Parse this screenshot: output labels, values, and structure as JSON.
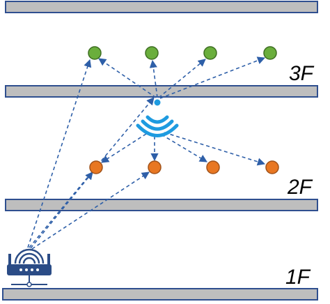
{
  "floor_labels": {
    "third": "3F",
    "second": "2F",
    "first": "1F"
  },
  "colors": {
    "floor_fill": "#BEBEBE",
    "floor_stroke": "#2F4F8F",
    "arrow": "#2E5FA8",
    "third_floor_node": "#6AAE3C",
    "third_floor_node_stroke": "#3E6E22",
    "second_floor_node": "#E87722",
    "second_floor_node_stroke": "#A0521A",
    "wifi": "#1E9BE0",
    "router": "#2B4C86"
  },
  "nodes": {
    "third_floor_count": 4,
    "second_floor_count": 4
  },
  "icons": {
    "access_point": "wifi-icon",
    "router": "router-icon"
  }
}
